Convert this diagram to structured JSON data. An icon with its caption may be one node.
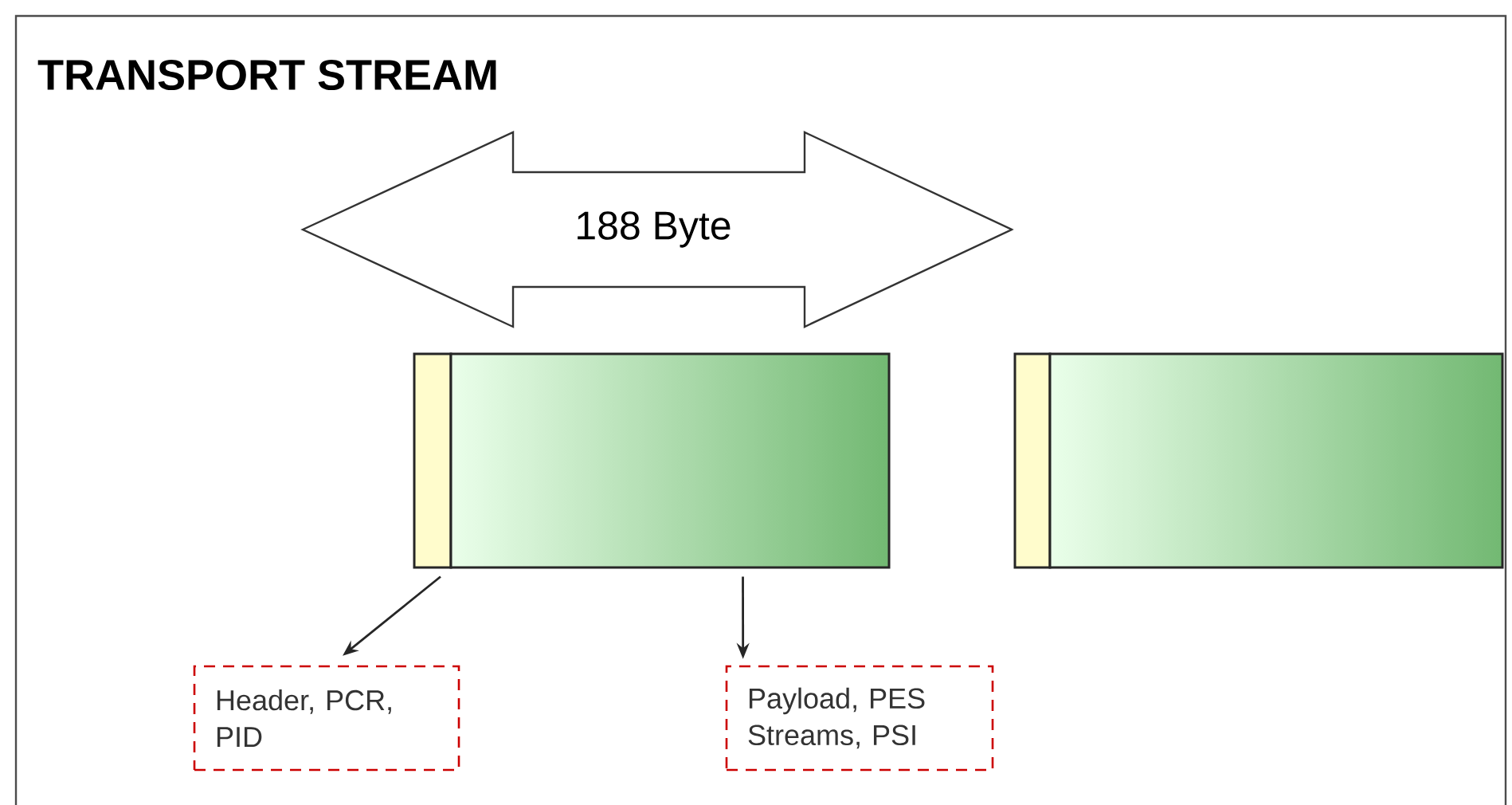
{
  "diagram": {
    "title": "TRANSPORT STREAM",
    "nodes": [
      {
        "text": [
          "188 Byte"
        ]
      },
      {
        "text": [],
        "shape": "box"
      },
      {
        "text": [],
        "shape": "box"
      },
      {
        "text": [],
        "shape": "box"
      },
      {
        "text": [],
        "shape": "box"
      },
      {
        "text": [
          "Header, PCR, PID"
        ]
      },
      {
        "text": [
          "Payload, PES Streams, PSI"
        ]
      }
    ],
    "edges": [
      {
        "from": 1,
        "to": 5,
        "arrow": "to"
      },
      {
        "from": 2,
        "to": 6,
        "arrow": "to"
      }
    ]
  }
}
